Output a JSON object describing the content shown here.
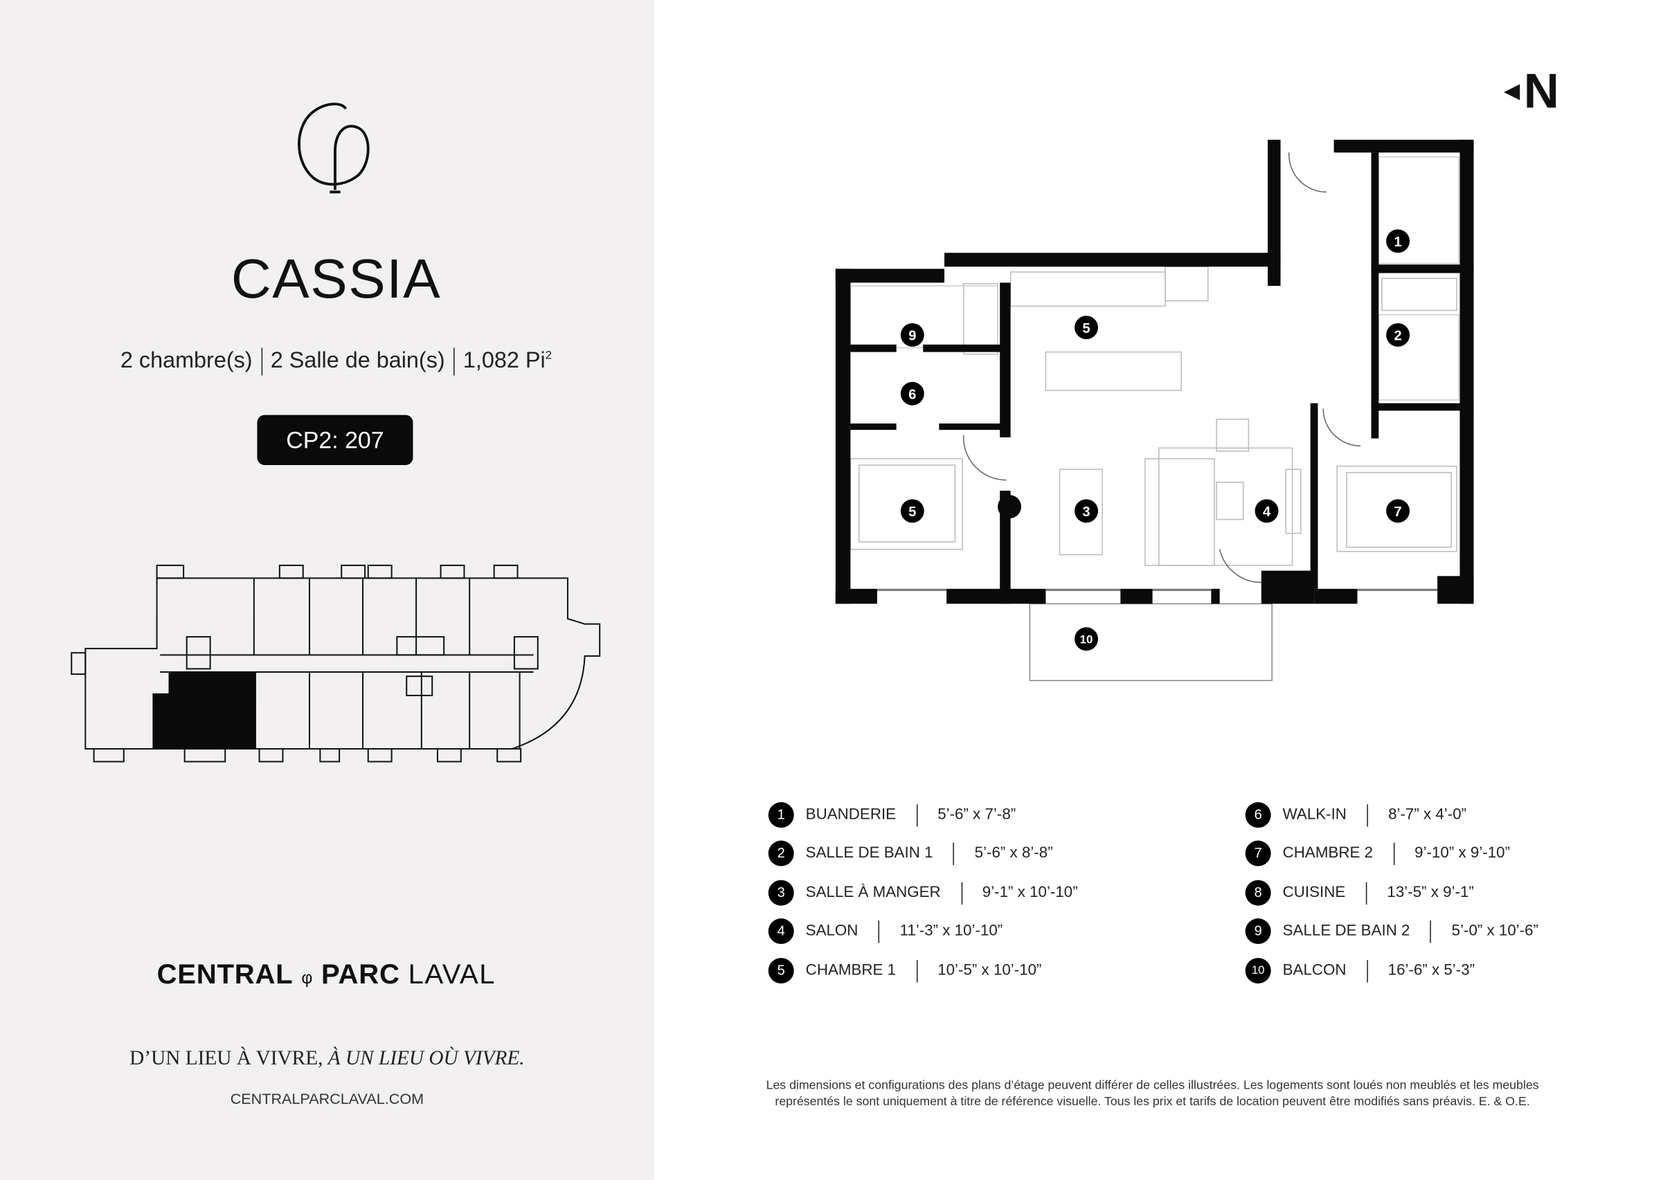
{
  "unit": {
    "name": "CASSIA",
    "bedrooms": "2 chambre(s)",
    "bathrooms": "2 Salle de bain(s)",
    "area": "1,082 Pi",
    "area_sup": "2",
    "unit_code": "CP2: 207"
  },
  "brand": {
    "logo_text": "CENTRAL PARC LAVAL",
    "part1": "CENTRAL",
    "part2": "PARC",
    "part3": "LAVAL",
    "tagline_regular": "D’UN LIEU À VIVRE,",
    "tagline_italic": "À UN LIEU OÙ VIVRE.",
    "website": "CENTRALPARCLAVAL.COM"
  },
  "compass": {
    "label": "N"
  },
  "rooms": [
    {
      "num": "1",
      "name": "BUANDERIE",
      "dims": "5’-6” x 7’-8”"
    },
    {
      "num": "2",
      "name": "SALLE DE BAIN 1",
      "dims": "5’-6” x 8’-8”"
    },
    {
      "num": "3",
      "name": "SALLE À MANGER",
      "dims": "9’-1” x 10’-10”"
    },
    {
      "num": "4",
      "name": "SALON",
      "dims": "11’-3” x 10’-10”"
    },
    {
      "num": "5",
      "name": "CHAMBRE 1",
      "dims": "10’-5” x 10’-10”"
    },
    {
      "num": "6",
      "name": "WALK-IN",
      "dims": "8’-7” x 4’-0”"
    },
    {
      "num": "7",
      "name": "CHAMBRE 2",
      "dims": "9’-10” x 9’-10”"
    },
    {
      "num": "8",
      "name": "CUISINE",
      "dims": "13’-5” x 9’-1”"
    },
    {
      "num": "9",
      "name": "SALLE DE BAIN 2",
      "dims": "5’-0” x 10’-6”"
    },
    {
      "num": "10",
      "name": "BALCON",
      "dims": "16’-6” x 5’-3”"
    }
  ],
  "plan_markers": [
    "1",
    "2",
    "5",
    "9",
    "6",
    "5",
    "3",
    "4",
    "7",
    "10"
  ],
  "disclaimer": {
    "line1": "Les dimensions et configurations des plans d’étage peuvent différer de celles illustrées. Les logements sont loués non meublés et les meubles",
    "line2": "représentés le sont uniquement à titre de référence visuelle. Tous les prix et tarifs de location peuvent être modifiés sans préavis. E. & O.E."
  },
  "colors": {
    "panel": "#f2f0f0",
    "ink": "#0a0a0a"
  }
}
